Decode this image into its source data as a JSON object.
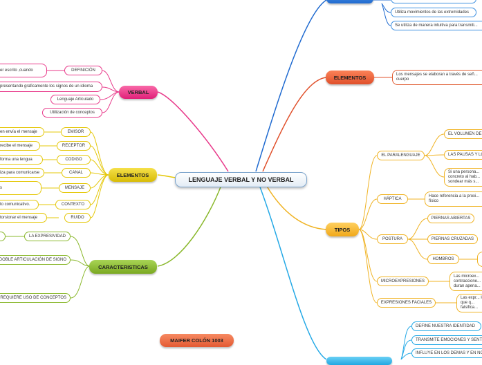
{
  "center": "LENGUAJE VERBAL Y NO VERBAL",
  "signature": "MAIFER COLÓN 1003",
  "verbal": {
    "title": "VERBAL",
    "items": [
      "DEFINICIÓN",
      "...er escrito ,cuando",
      "...presentando graficamente los signos de un idioma",
      "Lenguaje Articulado",
      "Utilización de conceptos"
    ]
  },
  "elementos_left": {
    "title": "ELEMENTOS",
    "items": [
      "EMISOR",
      "...en envía el mensaje",
      "RECEPTOR",
      "...recibe el mensaje",
      "CODIGO",
      "...forma una lengua",
      "CANAL",
      "...iza para comunicarse",
      "MENSAJE",
      "...s",
      "CONTEXTO",
      "...to comunicativo.",
      "RUIDO",
      "...torsionar el mensaje"
    ]
  },
  "caracteristicas": {
    "title": "CARACTERISTICAS",
    "items": [
      "LA EXPRESIVIDAD",
      "DOBLE ARTICULACIÓN DE SIGNO",
      "REQUIERE USO DE CONCEPTOS"
    ]
  },
  "elementos_right": {
    "title": "ELEMENTOS",
    "items": [
      "Los mensajes se elaboran a través de señ... cuerpo"
    ]
  },
  "top_right": {
    "items": [
      "Utiliza movimientos de las extremidades",
      "Se utiliza de manera intuitiva para transmiti..."
    ]
  },
  "tipos": {
    "title": "TIPOS",
    "items": [
      "EL PARALENGUAJE",
      "EL VOLUMEN DE...",
      "LAS PAUSAS Y LO...",
      "Si una persona... concreto al hab... sondear más s...",
      "HÁPTICA",
      "Hace referencia a la proxi... físico",
      "POSTURA",
      "PIERNAS ABIERTAS",
      "PIERNAS CRUZADAS",
      "HOMBROS",
      "MICROEXPRESIONES",
      "Las microex... contraccione... duran apena...",
      "EXPRESIONES FACIALES",
      "Las expr... lo que q... falsifica..."
    ]
  },
  "bottom_right": {
    "items": [
      "DEFINE NUESTRA IDENTIDAD",
      "TRANSMITE EMOCIONES Y SENTI...",
      "INFLUYE EN LOS DEMAS Y EN NO..."
    ]
  }
}
